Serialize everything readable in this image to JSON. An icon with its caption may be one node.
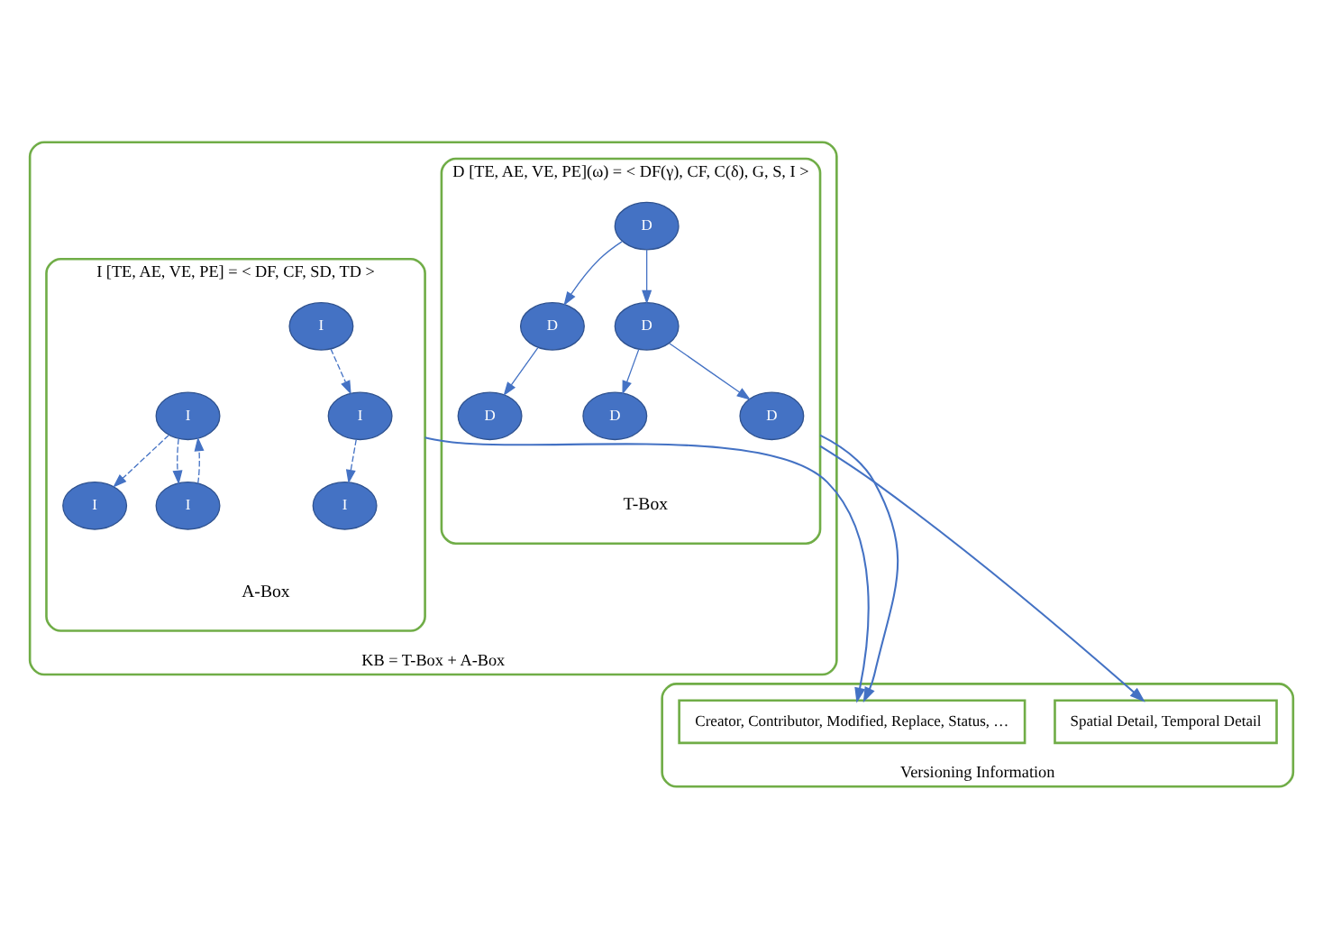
{
  "diagram": {
    "nodes": [
      {
        "text": [
          "KB = T-Box + A-Box"
        ]
      },
      {
        "text": [
          "D [TE, AE, VE, PE](ω) = < DF(γ), CF, C(δ), G, S, I >",
          "T-Box"
        ],
        "in": 0
      },
      {
        "text": [
          "D"
        ],
        "in": 1
      },
      {
        "text": [
          "D"
        ],
        "in": 1
      },
      {
        "text": [
          "D"
        ],
        "in": 1
      },
      {
        "text": [
          "D"
        ],
        "in": 1
      },
      {
        "text": [
          "D"
        ],
        "in": 1
      },
      {
        "text": [
          "D"
        ],
        "in": 1
      },
      {
        "text": [
          "I [TE, AE, VE, PE] = < DF, CF, SD, TD >",
          "A-Box"
        ],
        "in": 0
      },
      {
        "text": [
          "I"
        ],
        "in": 8
      },
      {
        "text": [
          "I"
        ],
        "in": 8
      },
      {
        "text": [
          "I"
        ],
        "in": 8
      },
      {
        "text": [
          "I"
        ],
        "in": 8
      },
      {
        "text": [
          "I"
        ],
        "in": 8
      },
      {
        "text": [
          "I"
        ],
        "in": 8
      },
      {
        "text": [
          "Versioning Information"
        ]
      },
      {
        "text": [
          "Spatial Detail, Temporal Detail"
        ],
        "in": 15
      },
      {
        "text": [
          "Creator, Contributor, Modified, Replace, Status, …"
        ],
        "in": 15
      }
    ],
    "edges": [
      {
        "from": 2,
        "to": 3,
        "arrow": "to"
      },
      {
        "from": 2,
        "to": 4,
        "arrow": "to"
      },
      {
        "from": 3,
        "to": 5,
        "arrow": "to"
      },
      {
        "from": 4,
        "to": 6,
        "arrow": "to"
      },
      {
        "from": 4,
        "to": 7,
        "arrow": "to"
      },
      {
        "from": 9,
        "to": 10,
        "arrow": "to",
        "style": "dashed"
      },
      {
        "from": 9,
        "to": 11,
        "arrow": "to",
        "style": "dashed"
      },
      {
        "from": 11,
        "to": 9,
        "arrow": "to",
        "style": "dashed"
      },
      {
        "from": 14,
        "to": 12,
        "arrow": "to",
        "style": "dashed"
      },
      {
        "from": 13,
        "to": 14,
        "arrow": "to",
        "style": "dashed"
      },
      {
        "from": 1,
        "to": 16,
        "arrow": "to"
      },
      {
        "from": 1,
        "to": 17,
        "arrow": "to"
      },
      {
        "from": 8,
        "to": 17,
        "arrow": "to"
      }
    ]
  }
}
